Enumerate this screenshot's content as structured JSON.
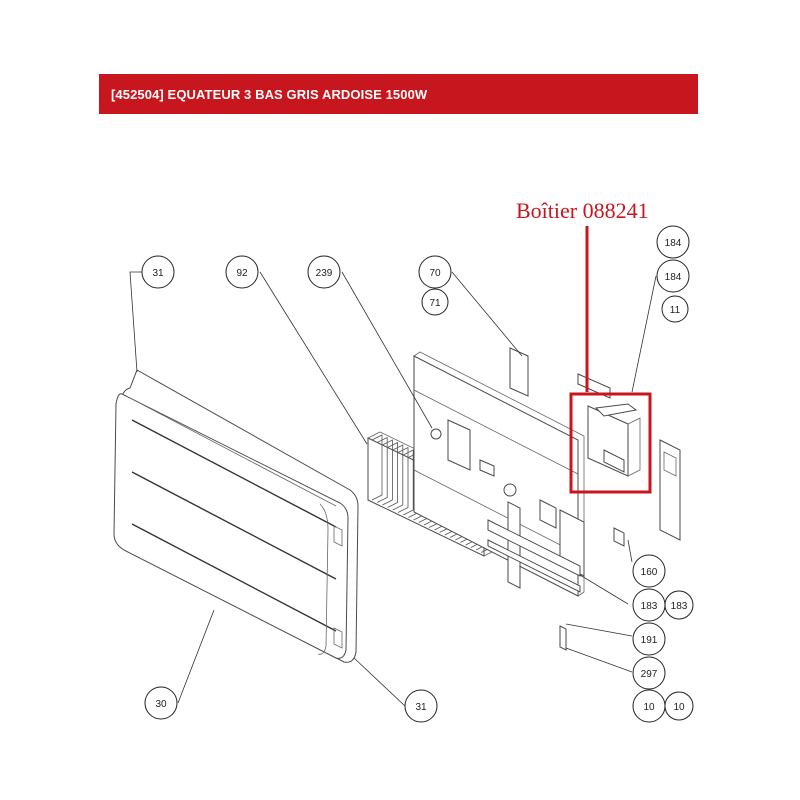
{
  "header": {
    "title": "[452504] EQUATEUR 3 BAS GRIS ARDOISE 1500W"
  },
  "annotation": {
    "label": "Boîtier 088241",
    "color": "#c8161e"
  },
  "colors": {
    "brand": "#c8161e"
  },
  "callouts": [
    {
      "id": "c-31-top",
      "label": "31"
    },
    {
      "id": "c-92",
      "label": "92"
    },
    {
      "id": "c-239",
      "label": "239"
    },
    {
      "id": "c-70",
      "label": "70"
    },
    {
      "id": "c-71",
      "label": "71"
    },
    {
      "id": "c-184-a",
      "label": "184"
    },
    {
      "id": "c-184-b",
      "label": "184"
    },
    {
      "id": "c-11",
      "label": "11"
    },
    {
      "id": "c-160",
      "label": "160"
    },
    {
      "id": "c-183-a",
      "label": "183"
    },
    {
      "id": "c-183-b",
      "label": "183"
    },
    {
      "id": "c-191",
      "label": "191"
    },
    {
      "id": "c-297",
      "label": "297"
    },
    {
      "id": "c-10-a",
      "label": "10"
    },
    {
      "id": "c-10-b",
      "label": "10"
    },
    {
      "id": "c-30",
      "label": "30"
    },
    {
      "id": "c-31-bottom",
      "label": "31"
    }
  ]
}
